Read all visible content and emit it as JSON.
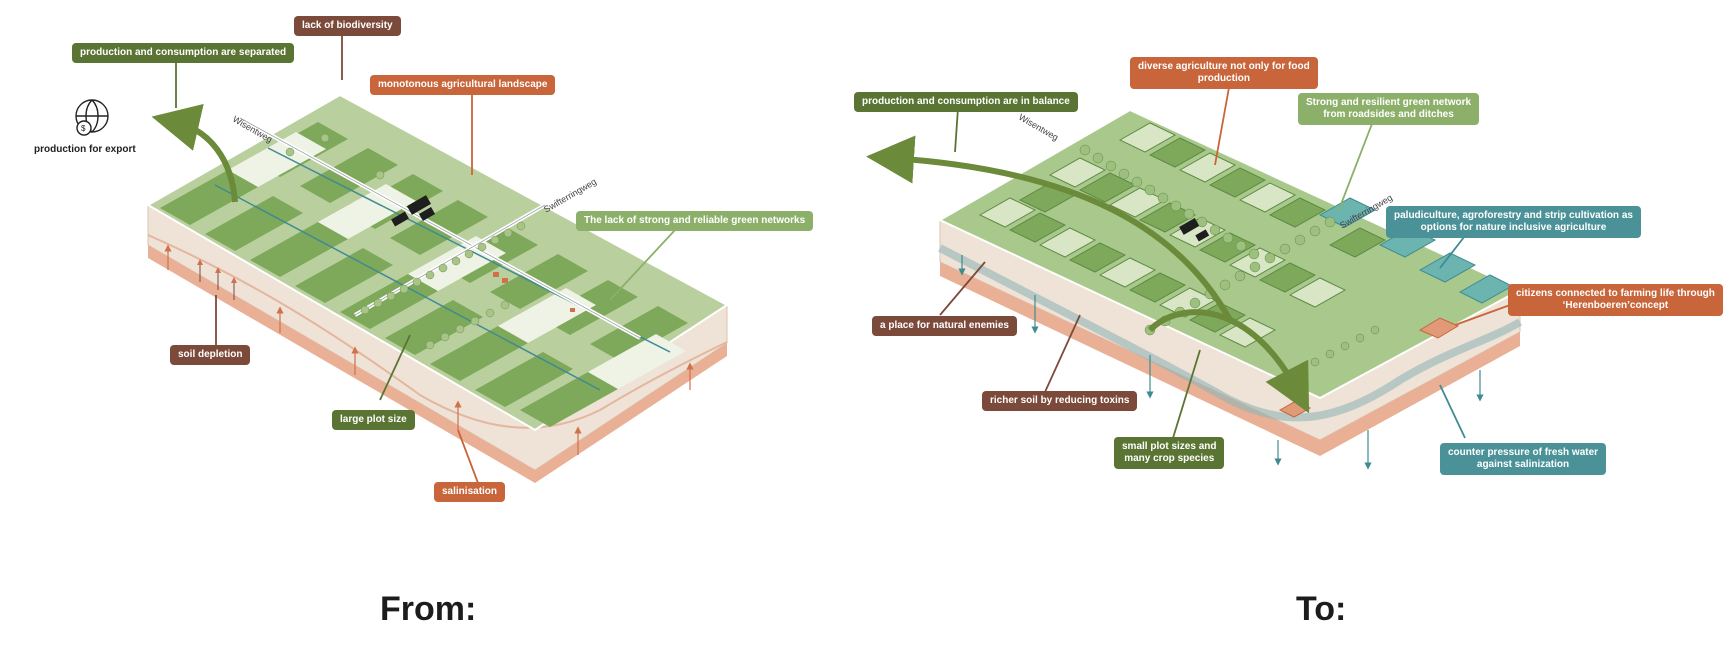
{
  "before": {
    "export_label": "production for export",
    "roads": {
      "road1": "Wisentweg",
      "road2": "Swifterringweg"
    },
    "callouts": {
      "separated": "production and consumption are separated",
      "biodiversity": "lack of biodiversity",
      "monotonous": "monotonous agricultural landscape",
      "green_networks": "The lack of strong and reliable green networks",
      "soil_depletion": "soil depletion",
      "plot_size": "large plot size",
      "salinisation": "salinisation"
    }
  },
  "after": {
    "roads": {
      "road1": "Wisentweg",
      "road2": "Swifterringweg"
    },
    "callouts": {
      "balance": "production and consumption are in balance",
      "diverse": [
        "diverse agriculture not only for food",
        "production"
      ],
      "green_network": [
        "Strong and resilient green network",
        "from roadsides and ditches"
      ],
      "paludiculture": [
        "paludiculture, agroforestry and strip cultivation as",
        "options for nature inclusive agriculture"
      ],
      "citizens": [
        "citizens connected to farming life through",
        "‘Herenboeren’concept"
      ],
      "natural_enemies": "a place for natural enemies",
      "richer_soil": "richer soil by reducing toxins",
      "small_plots": [
        "small plot sizes and",
        "many crop species"
      ],
      "counter_pressure": [
        "counter pressure of fresh water",
        "against salinization"
      ]
    }
  },
  "titles": {
    "from": "From:",
    "to": "To:"
  },
  "colors": {
    "olive": "#5a7533",
    "brown": "#7c4a3a",
    "orange": "#c8653a",
    "sage": "#8cb06a",
    "teal": "#4a9298",
    "field_dark": "#7ea85a",
    "field_light": "#d9e6c6",
    "soil": "#efddd0",
    "salt": "#e9a78a"
  },
  "icons": [
    "globe-money-icon"
  ]
}
